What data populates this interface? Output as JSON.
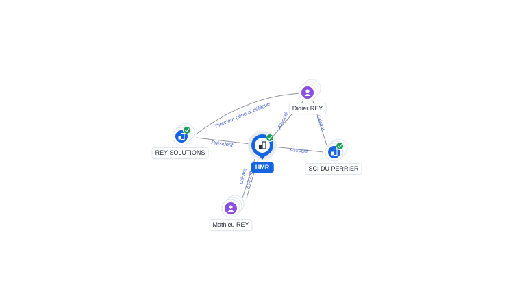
{
  "colors": {
    "company": "#1565e0",
    "person": "#8b4fe0",
    "check": "#18a058",
    "edge": "#8e93a0",
    "edge_label": "#4a63d6"
  },
  "nodes": {
    "hmr": {
      "label": "HMR",
      "type": "company",
      "focus": true,
      "icon": "building-icon",
      "verified": true
    },
    "rey_solutions": {
      "label": "REY SOLUTIONS",
      "type": "company",
      "icon": "building-icon",
      "verified": true
    },
    "sci_du_perrier": {
      "label": "SCI DU PERRIER",
      "type": "company",
      "icon": "building-icon",
      "verified": true
    },
    "didier_rey": {
      "label": "Didier REY",
      "type": "person",
      "icon": "person-icon"
    },
    "mathieu_rey": {
      "label": "Mathieu REY",
      "type": "person",
      "icon": "person-icon"
    }
  },
  "edges": [
    {
      "from": "didier_rey",
      "to": "rey_solutions",
      "label": "Directeur général délégué"
    },
    {
      "from": "didier_rey",
      "to": "hmr",
      "label": "Associé"
    },
    {
      "from": "didier_rey",
      "to": "sci_du_perrier",
      "label": "Gérant"
    },
    {
      "from": "hmr",
      "to": "rey_solutions",
      "label": "Président"
    },
    {
      "from": "hmr",
      "to": "sci_du_perrier",
      "label": "Associé"
    },
    {
      "from": "mathieu_rey",
      "to": "hmr",
      "label": "Gérant"
    },
    {
      "from": "mathieu_rey",
      "to": "hmr",
      "label": "Associé"
    }
  ]
}
